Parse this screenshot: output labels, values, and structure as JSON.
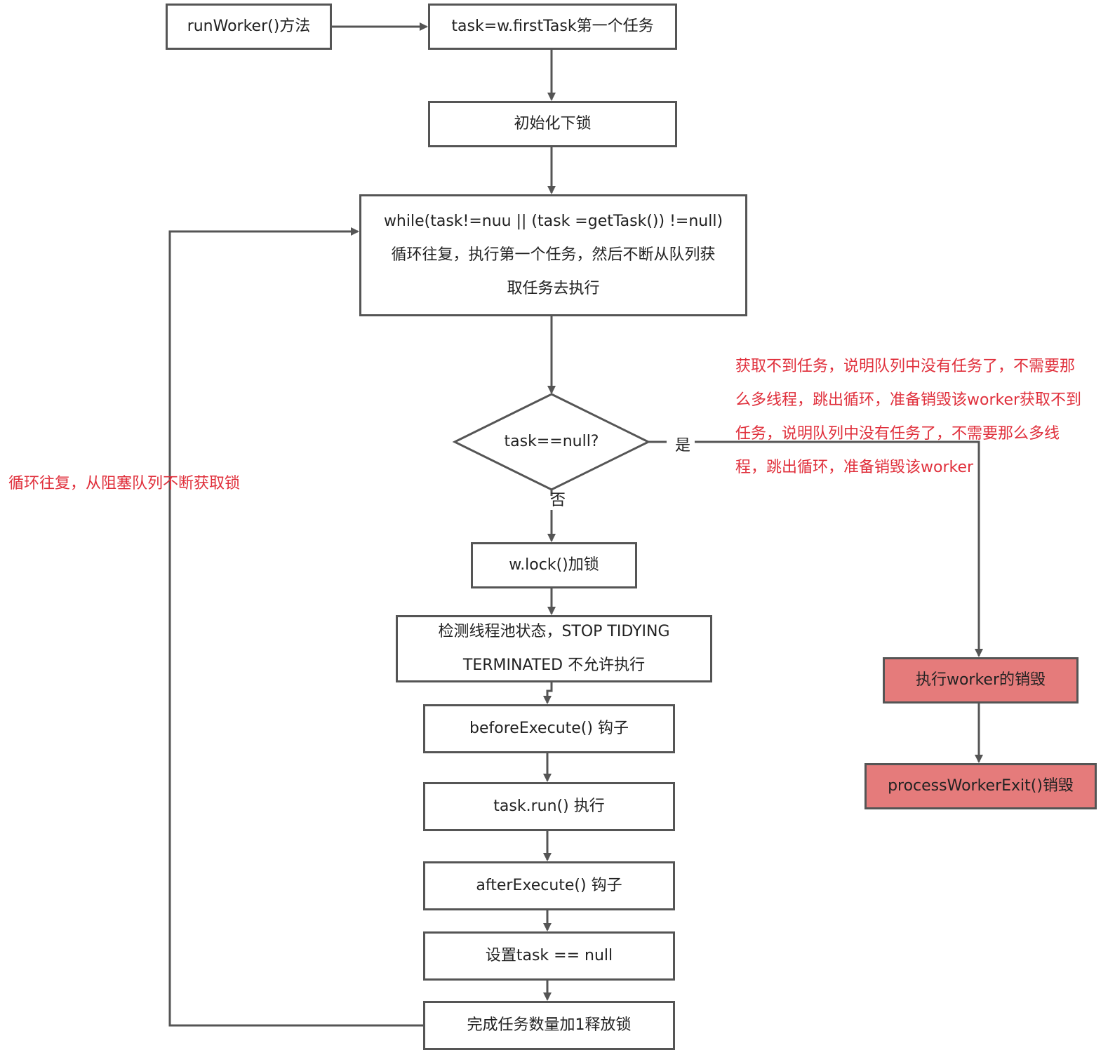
{
  "colors": {
    "line": "#555555",
    "destroy_fill": "#e57b7b",
    "note_text": "#e0303c"
  },
  "nodes": {
    "run_worker": "runWorker()方法",
    "first_task": "task=w.firstTask第一个任务",
    "init_unlock": "初始化下锁",
    "while_loop": {
      "line1": "while(task!=nuu || (task =getTask()) !=null)",
      "line2": "循环往复，执行第一个任务，然后不断从队列获",
      "line3": "取任务去执行"
    },
    "decision": "task==null?",
    "w_lock": "w.lock()加锁",
    "check_state": {
      "line1": "检测线程池状态，STOP TIDYING",
      "line2": "TERMINATED 不允许执行"
    },
    "before_execute": "beforeExecute() 钩子",
    "task_run": "task.run() 执行",
    "after_execute": "afterExecute() 钩子",
    "set_null": "设置task == null",
    "complete": "完成任务数量加1释放锁",
    "exec_destroy": "执行worker的销毁",
    "process_exit": "processWorkerExit()销毁"
  },
  "labels": {
    "yes": "是",
    "no": "否"
  },
  "notes": {
    "loop": "循环往复，从阻塞队列不断获取锁",
    "exit": {
      "line1": "获取不到任务，说明队列中没有任务了，不需要那",
      "line2": "么多线程，跳出循环，准备销毁该worker获取不到",
      "line3": "任务，说明队列中没有任务了，不需要那么多线",
      "line4": "程，跳出循环，准备销毁该worker"
    }
  }
}
